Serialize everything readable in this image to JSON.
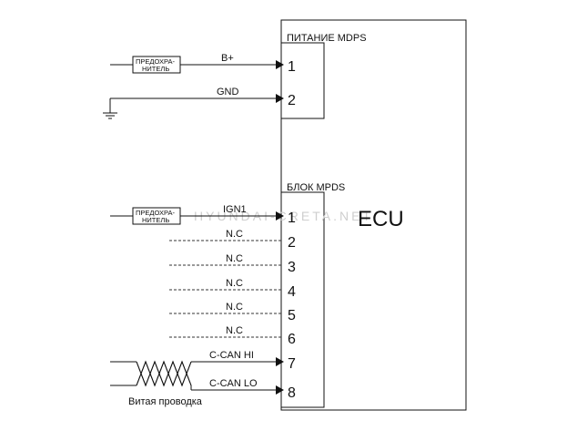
{
  "ecu": {
    "label": "ECU"
  },
  "watermark": "HYUNDAI-CRETA.NET",
  "power_block": {
    "title": "ПИТАНИЕ MDPS",
    "pins": [
      {
        "number": "1",
        "signal": "B+",
        "fuse": [
          "ПРЕДОХРА-",
          "НИТЕЛЬ"
        ]
      },
      {
        "number": "2",
        "signal": "GND",
        "ground": true
      }
    ]
  },
  "mdps_block": {
    "title": "БЛОК MPDS",
    "pins": [
      {
        "number": "1",
        "signal": "IGN1",
        "fuse": [
          "ПРЕДОХРА-",
          "НИТЕЛЬ"
        ]
      },
      {
        "number": "2",
        "signal": "N.C"
      },
      {
        "number": "3",
        "signal": "N.C"
      },
      {
        "number": "4",
        "signal": "N.C"
      },
      {
        "number": "5",
        "signal": "N.C"
      },
      {
        "number": "6",
        "signal": "N.C"
      },
      {
        "number": "7",
        "signal": "C-CAN HI"
      },
      {
        "number": "8",
        "signal": "C-CAN LO"
      }
    ]
  },
  "twisted_pair": {
    "label": "Витая проводка"
  }
}
